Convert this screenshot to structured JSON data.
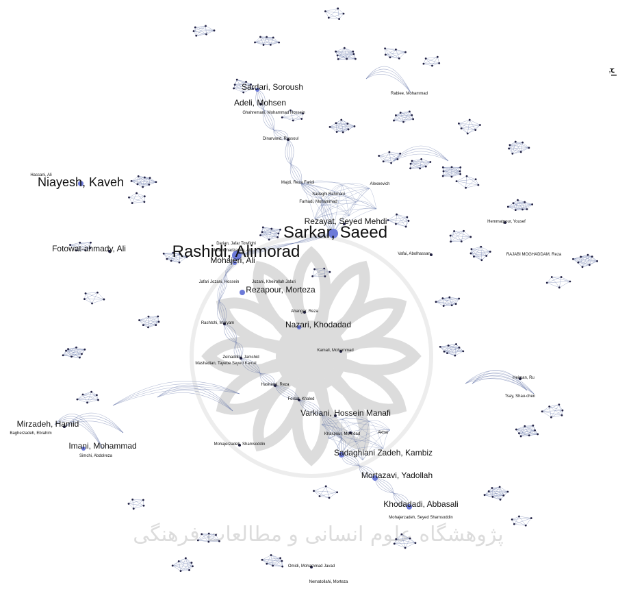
{
  "watermark_text": "پژوهشگاه علوم انسانی و مطالعات فرهنگی",
  "side_note": "این تصویر در وبگاه نشریه به‌صورت رنگی منتشر شده است.",
  "colors": {
    "node": "#6c7ad8",
    "node_small": "#222244",
    "edge": "#6677aa",
    "watermark": "#d9d9d9",
    "text": "#111111"
  },
  "labels": [
    "Sardari, Soroush",
    "Adeli, Mohsen",
    "Ghahremani, Mohammad Hossein",
    "Rabiee, Mohammad",
    "Dinarvand, Rassoul",
    "Majdi, Reza Faridi",
    "Alexeevich",
    "Sadeghi Rahmani",
    "Farhadi, Mohammad",
    "Niayesh, Kaveh",
    "Hassani, Ali",
    "Rezayat, Seyed Mehdi",
    "Sarkar, Saeed",
    "Hemmatpour, Yousef",
    "Fotowat-ahmady, Ali",
    "Darian, Jafar Towfighi",
    "Mohammadzadeh, Ali",
    "Mohajeri, Ali",
    "Rashidi, Alimorad",
    "Vafai, Abolhassan",
    "RAJABI MOGHADDAM, Reza",
    "Jafari Jozani, Hossein",
    "Jozani, Kheirollah Jafari",
    "Rezapour, Morteza",
    "Ahangar, Reza",
    "Rashtchi, Maryam",
    "Nazari, Khodadad",
    "Kamali, Mohammad",
    "Zeinaddini, Jamshid",
    "Mashadian, Tayebe Seyed Kamal",
    "Hashemi, Reza",
    "Heiman, Ru",
    "Tsay, Shau-chen",
    "Forsat, Khaled",
    "Varkiani, Hossein Manafi",
    "Mirzadeh, Hamid",
    "Bagherzadeh, Ebrahim",
    "Imani, Mohammad",
    "Simchi, Abdolreza",
    "Mohajerzadeh, Shamsoddin",
    "Khakpour, Mehrdad",
    "Akbar",
    "Sadaghiani Zadeh, Kambiz",
    "Mortazavi, Yadollah",
    "Khodadadi, Abbasali",
    "Mohajerzadeh, Seyed Shamsoddin",
    "Omidi, Mohammad Javad",
    "Nematollahi, Morteza"
  ],
  "label_sizes": {
    "Niayesh, Kaveh": "large",
    "Sarkar, Saeed": "xlarge",
    "Rashidi, Alimorad": "xlarge",
    "Sardari, Soroush": "medium",
    "Adeli, Mohsen": "medium",
    "Rezayat, Seyed Mehdi": "medium",
    "Fotowat-ahmady, Ali": "medium",
    "Mohajeri, Ali": "medium",
    "Rezapour, Morteza": "medium",
    "Nazari, Khodadad": "medium",
    "Varkiani, Hossein Manafi": "medium",
    "Mirzadeh, Hamid": "medium",
    "Imani, Mohammad": "medium",
    "Sadaghiani Zadeh, Kambiz": "medium",
    "Mortazavi, Yadollah": "medium",
    "Khodadadi, Abbasali": "medium"
  }
}
